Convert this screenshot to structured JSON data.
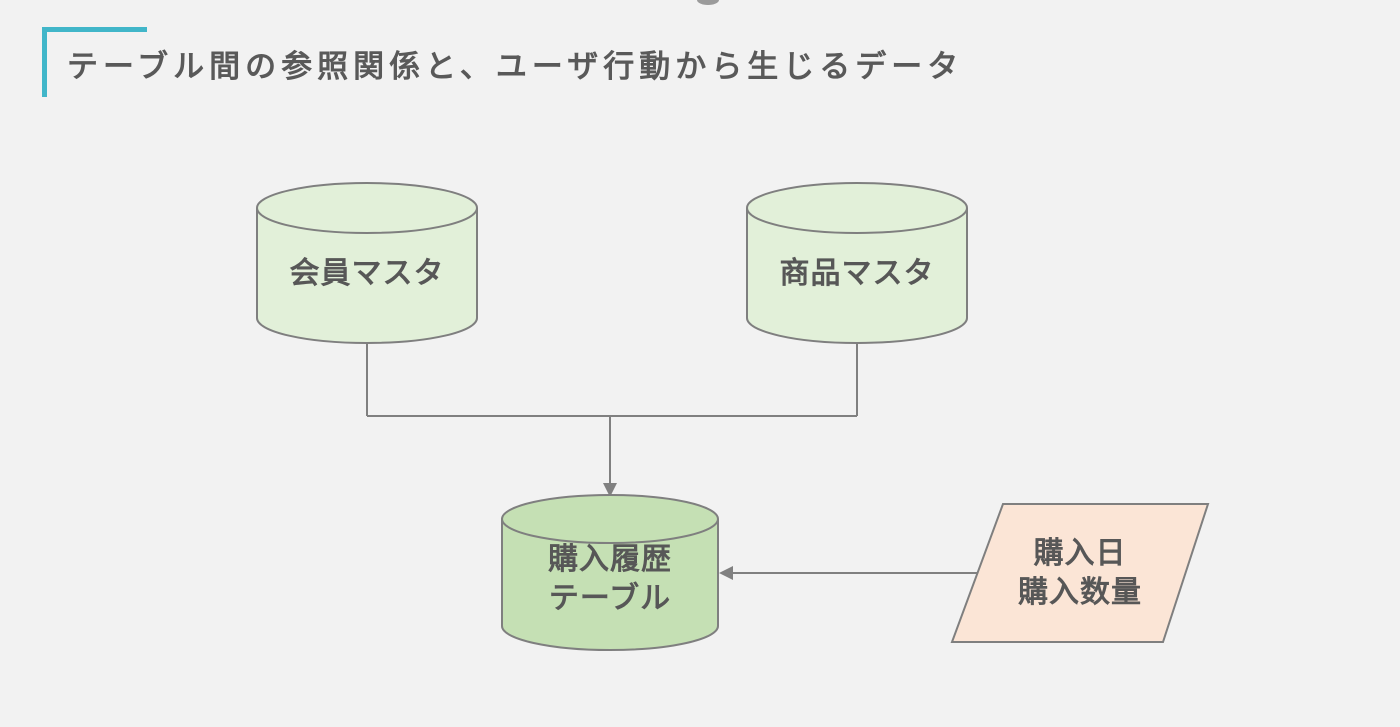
{
  "page": {
    "background_color": "#f2f2f2"
  },
  "title": {
    "text": "テーブル間の参照関係と、ユーザ行動から生じるデータ",
    "color": "#595959",
    "accent_color": "#41b6c9"
  },
  "diagram": {
    "stroke_color": "#808080",
    "text_color": "#575757",
    "nodes": [
      {
        "id": "member-master",
        "shape": "cylinder",
        "lines": [
          "会員マスタ"
        ],
        "fill": "#e2f0d9"
      },
      {
        "id": "product-master",
        "shape": "cylinder",
        "lines": [
          "商品マスタ"
        ],
        "fill": "#e2f0d9"
      },
      {
        "id": "purchase-history-table",
        "shape": "cylinder",
        "lines": [
          "購入履歴",
          "テーブル"
        ],
        "fill": "#c5e0b4"
      },
      {
        "id": "user-action-data",
        "shape": "parallelogram",
        "lines": [
          "購入日",
          "購入数量"
        ],
        "fill": "#fbe5d6"
      }
    ],
    "edges": [
      {
        "from": "member-master",
        "to": "purchase-history-table"
      },
      {
        "from": "product-master",
        "to": "purchase-history-table"
      },
      {
        "from": "user-action-data",
        "to": "purchase-history-table"
      }
    ]
  }
}
